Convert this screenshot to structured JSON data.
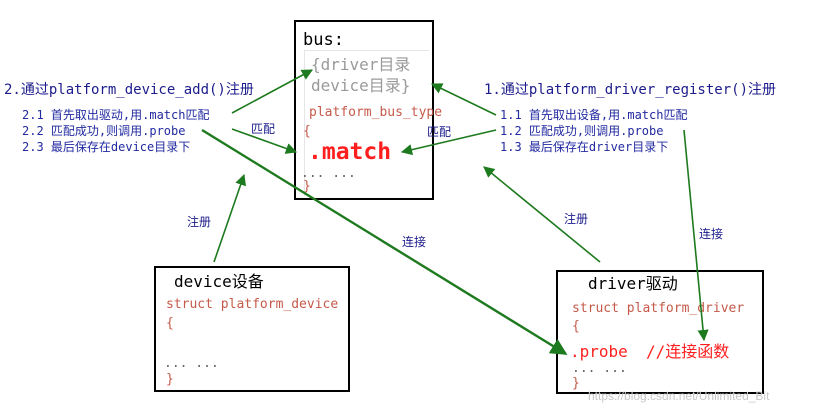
{
  "bus": {
    "title": "bus:",
    "driver_dir": "{driver目录",
    "device_dir": "device目录}",
    "bus_type": "platform_bus_type",
    "open_brace": "{",
    "match": ".match",
    "ellipsis": "... ...",
    "close_brace": "}"
  },
  "left": {
    "heading": "2.通过platform_device_add()注册",
    "steps": [
      "2.1 首先取出驱动,用.match匹配",
      "2.2 匹配成功,则调用.probe",
      "2.3 最后保存在device目录下"
    ]
  },
  "right": {
    "heading": "1.通过platform_driver_register()注册",
    "steps": [
      "1.1 首先取出设备,用.match匹配",
      "1.2 匹配成功,则调用.probe",
      "1.3 最后保存在driver目录下"
    ]
  },
  "device": {
    "title": "device设备",
    "struct": "struct platform_device",
    "open_brace": "{",
    "ellipsis": "... ...",
    "close_brace": "}"
  },
  "driver": {
    "title": "driver驱动",
    "struct": "struct platform_driver",
    "open_brace": "{",
    "probe": ".probe",
    "probe_comment": "//连接函数",
    "ellipsis": "... ...",
    "close_brace": "}"
  },
  "labels": {
    "match_left": "匹配",
    "match_right": "匹配",
    "register_left": "注册",
    "register_right": "注册",
    "connect_mid": "连接",
    "connect_right": "连接"
  },
  "watermark": "https://blog.csdn.net/Unlimited_Bit",
  "colors": {
    "arrow": "#1e7a1e",
    "accent_red": "#ff1f1f",
    "step_text": "#222aa0",
    "code_text": "#c55a4a"
  }
}
